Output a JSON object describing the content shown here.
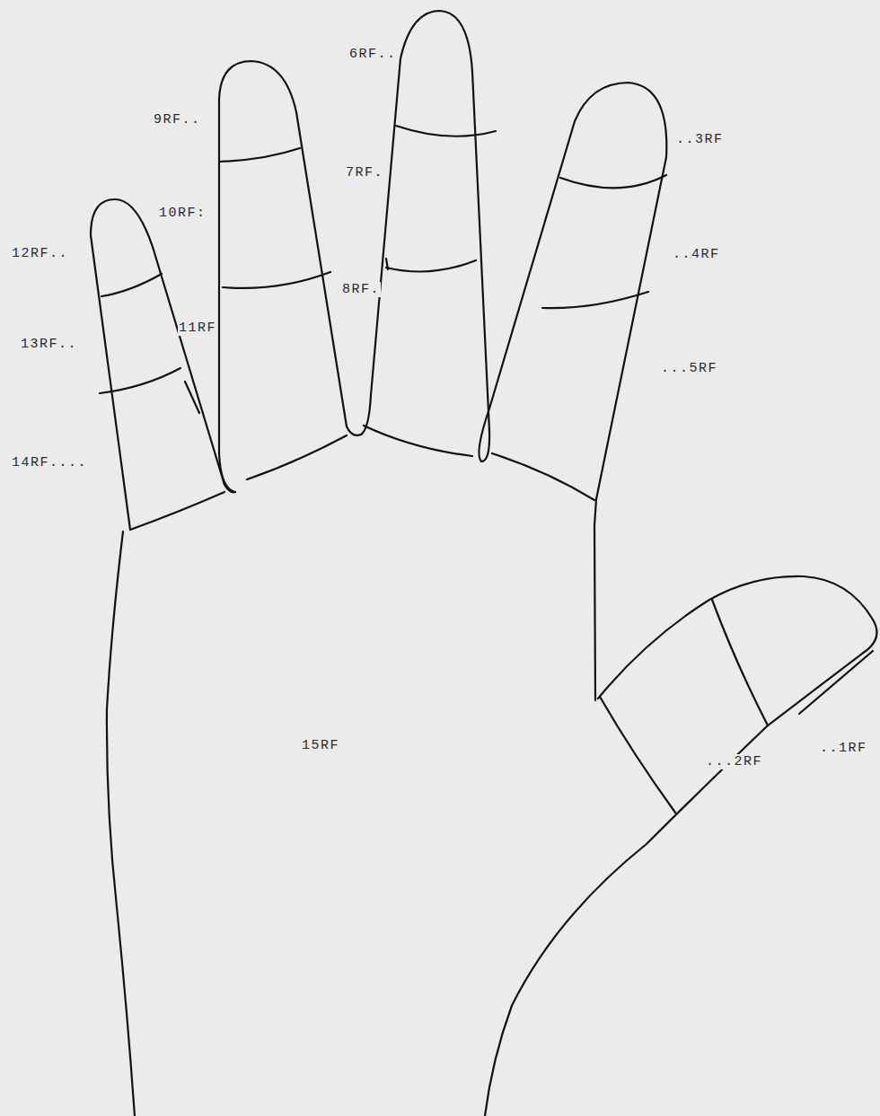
{
  "diagram": {
    "labels": [
      "..1RF",
      "...2RF",
      "..3RF",
      "..4RF",
      "...5RF",
      "6RF..",
      "7RF.",
      "8RF.",
      "9RF..",
      "10RF:",
      "11RF",
      "12RF..",
      "13RF..",
      "14RF....",
      "15RF"
    ]
  }
}
